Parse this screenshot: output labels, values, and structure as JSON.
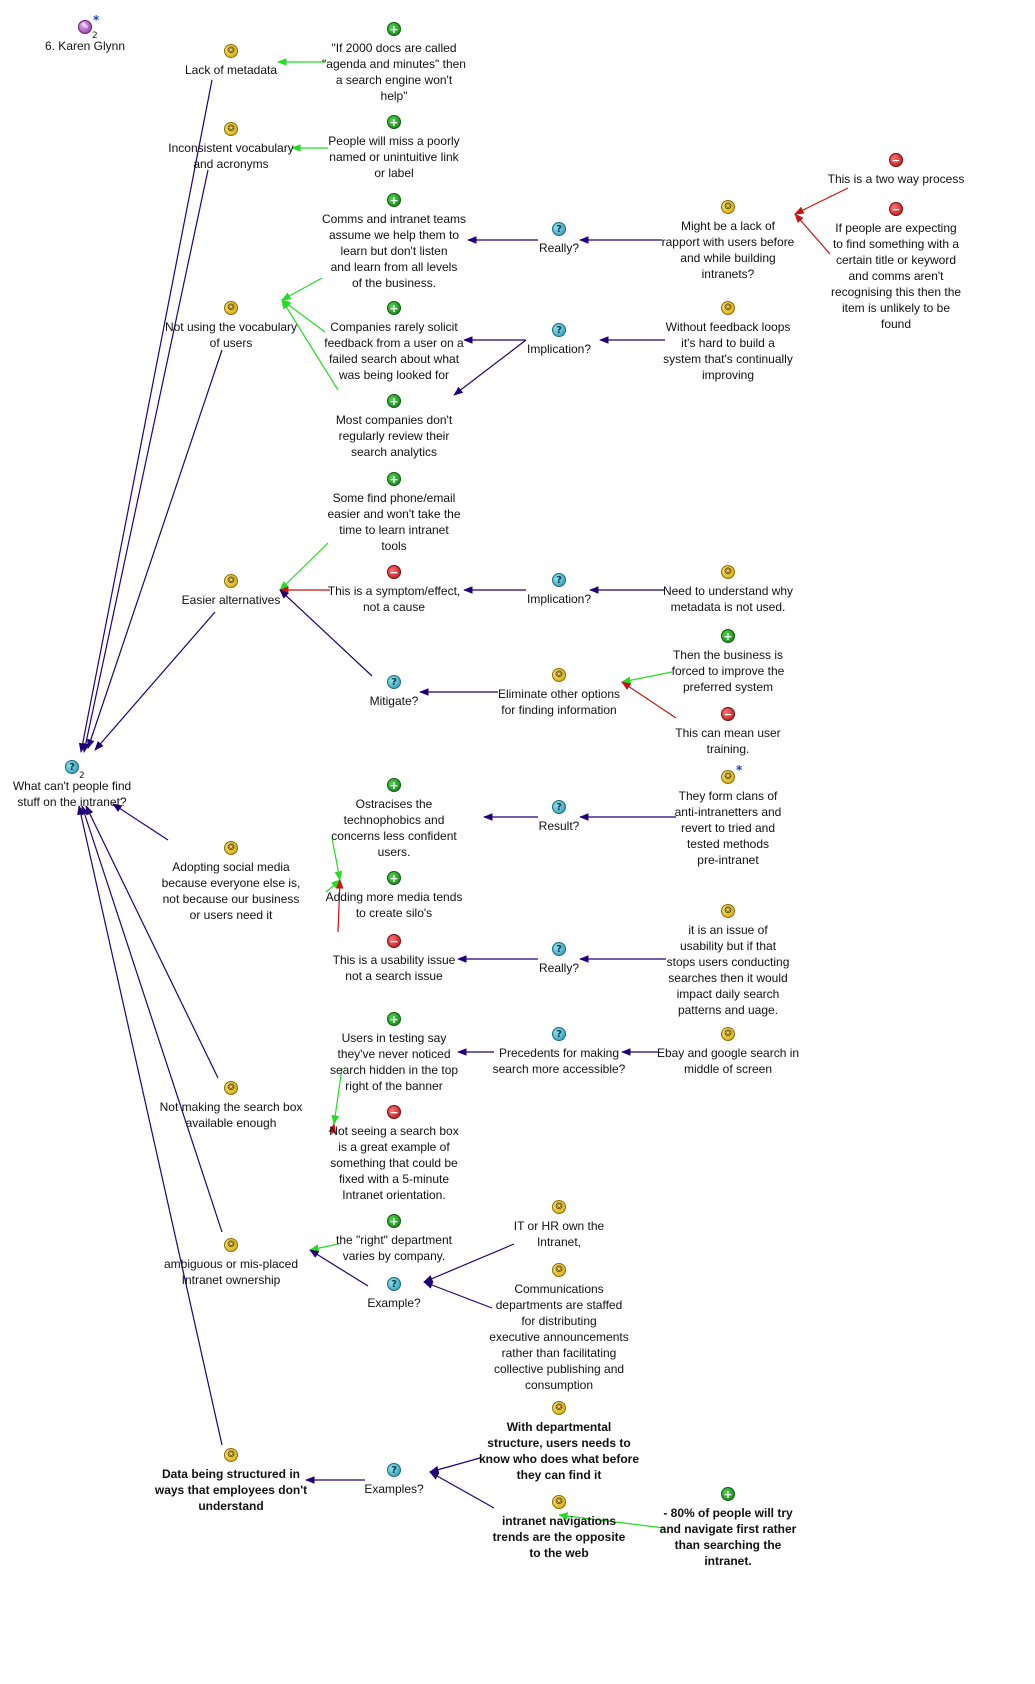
{
  "map_title": "6. Karen Glynn",
  "map_count": "2",
  "nodes": [
    {
      "id": "root",
      "type": "question",
      "text": "What can't people find\nstuff on the intranet?",
      "count": "2"
    },
    {
      "id": "lack_meta",
      "type": "idea",
      "text": "Lack of metadata"
    },
    {
      "id": "docs_agenda",
      "type": "pro",
      "text": "\"If 2000 docs are called\n\"agenda and minutes\" then\na search engine won't\nhelp\""
    },
    {
      "id": "inconsistent",
      "type": "idea",
      "text": "Inconsistent vocabulary\nand acronyms"
    },
    {
      "id": "poorly_named",
      "type": "pro",
      "text": "People will miss a poorly\nnamed or unintuitive link\nor label"
    },
    {
      "id": "comms_teams",
      "type": "pro",
      "text": "Comms and intranet teams\nassume we help them to\nlearn but don't listen\nand learn from all levels\nof the business."
    },
    {
      "id": "really1",
      "type": "question",
      "text": "Really?"
    },
    {
      "id": "lack_rapport",
      "type": "idea",
      "text": "Might be a lack of\nrapport with users before\nand while building\nintranets?"
    },
    {
      "id": "two_way",
      "type": "con",
      "text": "This is a two way process"
    },
    {
      "id": "expecting",
      "type": "con",
      "text": "If people are expecting\nto find something with a\ncertain title or keyword\nand comms aren't\nrecognising this then the\nitem is unlikely to be\nfound"
    },
    {
      "id": "not_using_vocab",
      "type": "idea",
      "text": "Not using the vocabulary\nof users"
    },
    {
      "id": "rarely_solicit",
      "type": "pro",
      "text": "Companies rarely solicit\nfeedback from a user on a\nfailed search about what\nwas being looked for"
    },
    {
      "id": "implication1",
      "type": "question",
      "text": "Implication?"
    },
    {
      "id": "feedback_loops",
      "type": "idea",
      "text": "Without feedback loops\nit's hard to build a\nsystem that's continually\nimproving"
    },
    {
      "id": "review_analytics",
      "type": "pro",
      "text": "Most companies don't\nregularly review their\nsearch analytics"
    },
    {
      "id": "phone_email",
      "type": "pro",
      "text": "Some find phone/email\neasier and won't take the\ntime to learn intranet\ntools"
    },
    {
      "id": "easier_alt",
      "type": "idea",
      "text": "Easier alternatives"
    },
    {
      "id": "symptom",
      "type": "con",
      "text": "This is a symptom/effect,\nnot a cause"
    },
    {
      "id": "implication2",
      "type": "question",
      "text": "Implication?"
    },
    {
      "id": "metadata_not_used",
      "type": "idea",
      "text": "Need to understand why\nmetadata is not used."
    },
    {
      "id": "mitigate",
      "type": "question",
      "text": "Mitigate?"
    },
    {
      "id": "eliminate",
      "type": "idea",
      "text": "Eliminate other options\nfor finding information"
    },
    {
      "id": "forced_improve",
      "type": "pro",
      "text": "Then the business is\nforced to improve the\npreferred system"
    },
    {
      "id": "user_training",
      "type": "con",
      "text": "This can mean user\ntraining."
    },
    {
      "id": "ostracises",
      "type": "pro",
      "text": "Ostracises the\ntechnophobics and\nconcerns less confident\nusers."
    },
    {
      "id": "result",
      "type": "question",
      "text": "Result?"
    },
    {
      "id": "clans",
      "type": "idea",
      "text": "They form clans of\nanti-intranetters and\nrevert to tried and\ntested methods\npre-intranet",
      "star": true
    },
    {
      "id": "social_media",
      "type": "idea",
      "text": "Adopting social media\nbecause everyone else is,\nnot because our business\nor users need it"
    },
    {
      "id": "media_silos",
      "type": "pro",
      "text": "Adding more media tends\nto create silo's"
    },
    {
      "id": "usability_issue",
      "type": "con",
      "text": "This is a usability issue\nnot a search issue"
    },
    {
      "id": "really2",
      "type": "question",
      "text": "Really?"
    },
    {
      "id": "issue_usability",
      "type": "idea",
      "text": "it is an issue of\nusability but if that\nstops users conducting\nsearches then it would\nimpact daily search\npatterns and uage."
    },
    {
      "id": "never_noticed",
      "type": "pro",
      "text": "Users in testing say\nthey've never noticed\nsearch hidden in the top\nright of the banner"
    },
    {
      "id": "precedents",
      "type": "question",
      "text": "Precedents for making\nsearch more accessible?"
    },
    {
      "id": "ebay_google",
      "type": "idea",
      "text": "Ebay and google search in\nmiddle of screen"
    },
    {
      "id": "search_box",
      "type": "idea",
      "text": "Not making the search box\navailable enough"
    },
    {
      "id": "not_seeing",
      "type": "con",
      "text": "Not seeing a search box\nis a great example of\nsomething that could be\nfixed with a 5-minute\nIntranet orientation."
    },
    {
      "id": "right_dept",
      "type": "pro",
      "text": "the \"right\" department\nvaries by company."
    },
    {
      "id": "ownership",
      "type": "idea",
      "text": "ambiguous or mis-placed\nIntranet ownership"
    },
    {
      "id": "example",
      "type": "question",
      "text": "Example?"
    },
    {
      "id": "it_hr",
      "type": "idea",
      "text": "IT or HR own the\nIntranet,"
    },
    {
      "id": "comms_depts",
      "type": "idea",
      "text": "Communications\ndepartments are staffed\nfor distributing\nexecutive announcements\nrather than facilitating\ncollective publishing and\nconsumption"
    },
    {
      "id": "data_structured",
      "type": "idea",
      "text": "Data being structured in\nways that employees don't\nunderstand",
      "bold": true
    },
    {
      "id": "examples",
      "type": "question",
      "text": "Examples?"
    },
    {
      "id": "dept_structure",
      "type": "idea",
      "text": "With departmental\nstructure, users needs to\nknow who does what before\nthey can find it",
      "bold": true
    },
    {
      "id": "nav_trends",
      "type": "idea",
      "text": "intranet navigations\ntrends are the opposite\nto the web",
      "bold": true
    },
    {
      "id": "eighty_percent",
      "type": "pro",
      "text": "- 80% of people will try\nand navigate first rather\nthan searching the\nintranet.",
      "bold": true
    }
  ],
  "links": [
    {
      "from": "docs_agenda",
      "to": "lack_meta",
      "kind": "pro"
    },
    {
      "from": "poorly_named",
      "to": "inconsistent",
      "kind": "pro"
    },
    {
      "from": "comms_teams",
      "to": "not_using_vocab",
      "kind": "pro"
    },
    {
      "from": "really1",
      "to": "comms_teams",
      "kind": "question"
    },
    {
      "from": "lack_rapport",
      "to": "really1",
      "kind": "question"
    },
    {
      "from": "two_way",
      "to": "lack_rapport",
      "kind": "con"
    },
    {
      "from": "expecting",
      "to": "lack_rapport",
      "kind": "con"
    },
    {
      "from": "rarely_solicit",
      "to": "not_using_vocab",
      "kind": "pro"
    },
    {
      "from": "review_analytics",
      "to": "not_using_vocab",
      "kind": "pro"
    },
    {
      "from": "implication1",
      "to": "rarely_solicit",
      "kind": "question"
    },
    {
      "from": "implication1",
      "to": "review_analytics",
      "kind": "question"
    },
    {
      "from": "feedback_loops",
      "to": "implication1",
      "kind": "question"
    },
    {
      "from": "phone_email",
      "to": "easier_alt",
      "kind": "pro"
    },
    {
      "from": "symptom",
      "to": "easier_alt",
      "kind": "con"
    },
    {
      "from": "implication2",
      "to": "symptom",
      "kind": "question"
    },
    {
      "from": "metadata_not_used",
      "to": "implication2",
      "kind": "question"
    },
    {
      "from": "mitigate",
      "to": "easier_alt",
      "kind": "question"
    },
    {
      "from": "eliminate",
      "to": "mitigate",
      "kind": "question"
    },
    {
      "from": "forced_improve",
      "to": "eliminate",
      "kind": "pro"
    },
    {
      "from": "user_training",
      "to": "eliminate",
      "kind": "con"
    },
    {
      "from": "ostracises",
      "to": "social_media",
      "kind": "pro"
    },
    {
      "from": "result",
      "to": "ostracises",
      "kind": "question"
    },
    {
      "from": "clans",
      "to": "result",
      "kind": "question"
    },
    {
      "from": "media_silos",
      "to": "social_media",
      "kind": "pro"
    },
    {
      "from": "usability_issue",
      "to": "social_media",
      "kind": "con"
    },
    {
      "from": "really2",
      "to": "usability_issue",
      "kind": "question"
    },
    {
      "from": "issue_usability",
      "to": "really2",
      "kind": "question"
    },
    {
      "from": "never_noticed",
      "to": "search_box",
      "kind": "pro"
    },
    {
      "from": "precedents",
      "to": "never_noticed",
      "kind": "question"
    },
    {
      "from": "ebay_google",
      "to": "precedents",
      "kind": "question"
    },
    {
      "from": "not_seeing",
      "to": "search_box",
      "kind": "con"
    },
    {
      "from": "right_dept",
      "to": "ownership",
      "kind": "pro"
    },
    {
      "from": "example",
      "to": "ownership",
      "kind": "question"
    },
    {
      "from": "it_hr",
      "to": "example",
      "kind": "question"
    },
    {
      "from": "comms_depts",
      "to": "example",
      "kind": "question"
    },
    {
      "from": "examples",
      "to": "data_structured",
      "kind": "question"
    },
    {
      "from": "dept_structure",
      "to": "examples",
      "kind": "question"
    },
    {
      "from": "nav_trends",
      "to": "examples",
      "kind": "question"
    },
    {
      "from": "eighty_percent",
      "to": "nav_trends",
      "kind": "pro"
    },
    {
      "from": "lack_meta",
      "to": "root",
      "kind": "question"
    },
    {
      "from": "inconsistent",
      "to": "root",
      "kind": "question"
    },
    {
      "from": "not_using_vocab",
      "to": "root",
      "kind": "question"
    },
    {
      "from": "easier_alt",
      "to": "root",
      "kind": "question"
    },
    {
      "from": "social_media",
      "to": "root",
      "kind": "question"
    },
    {
      "from": "search_box",
      "to": "root",
      "kind": "question"
    },
    {
      "from": "ownership",
      "to": "root",
      "kind": "question"
    },
    {
      "from": "data_structured",
      "to": "root",
      "kind": "question"
    }
  ],
  "colors": {
    "pro": "#22dd22",
    "con": "#cc1111",
    "question": "#22007a"
  },
  "icons": {
    "idea": "lightbulb-icon",
    "pro": "plus-icon",
    "con": "minus-icon",
    "question": "question-icon",
    "map": "map-icon"
  }
}
